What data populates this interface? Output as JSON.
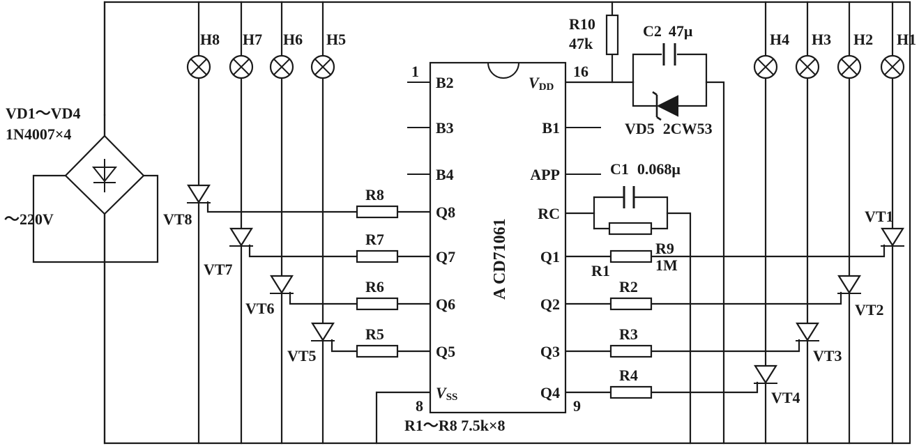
{
  "chip": {
    "name": "A CD71061",
    "left_pins": [
      "B2",
      "B3",
      "B4",
      "Q8",
      "Q7",
      "Q6",
      "Q5"
    ],
    "right_pins": [
      "B1",
      "APP",
      "RC",
      "Q1",
      "Q2",
      "Q3",
      "Q4"
    ],
    "vdd_label": "V",
    "vdd_sub": "DD",
    "vss_label": "V",
    "vss_sub": "SS",
    "pin1": "1",
    "pin16": "16",
    "pin8": "8",
    "pin9": "9"
  },
  "lamps": [
    "H8",
    "H7",
    "H6",
    "H5",
    "H4",
    "H3",
    "H2",
    "H1"
  ],
  "thyristors": [
    "VT8",
    "VT7",
    "VT6",
    "VT5",
    "VT1",
    "VT2",
    "VT3",
    "VT4"
  ],
  "resistors_left": [
    "R8",
    "R7",
    "R6",
    "R5"
  ],
  "resistors_right": [
    "R1",
    "R2",
    "R3",
    "R4"
  ],
  "r9": {
    "name": "R9",
    "value": "1M"
  },
  "r10": {
    "name": "R10",
    "value": "47k"
  },
  "c1": {
    "name": "C1",
    "value": "0.068μ"
  },
  "c2": {
    "name": "C2",
    "value": "47μ"
  },
  "vd5": {
    "name": "VD5",
    "type": "2CW53"
  },
  "bridge": {
    "name": "VD1～VD4",
    "type": "1N4007×4"
  },
  "mains": "～220V",
  "resistor_note": "R1～R8  7.5k×8"
}
